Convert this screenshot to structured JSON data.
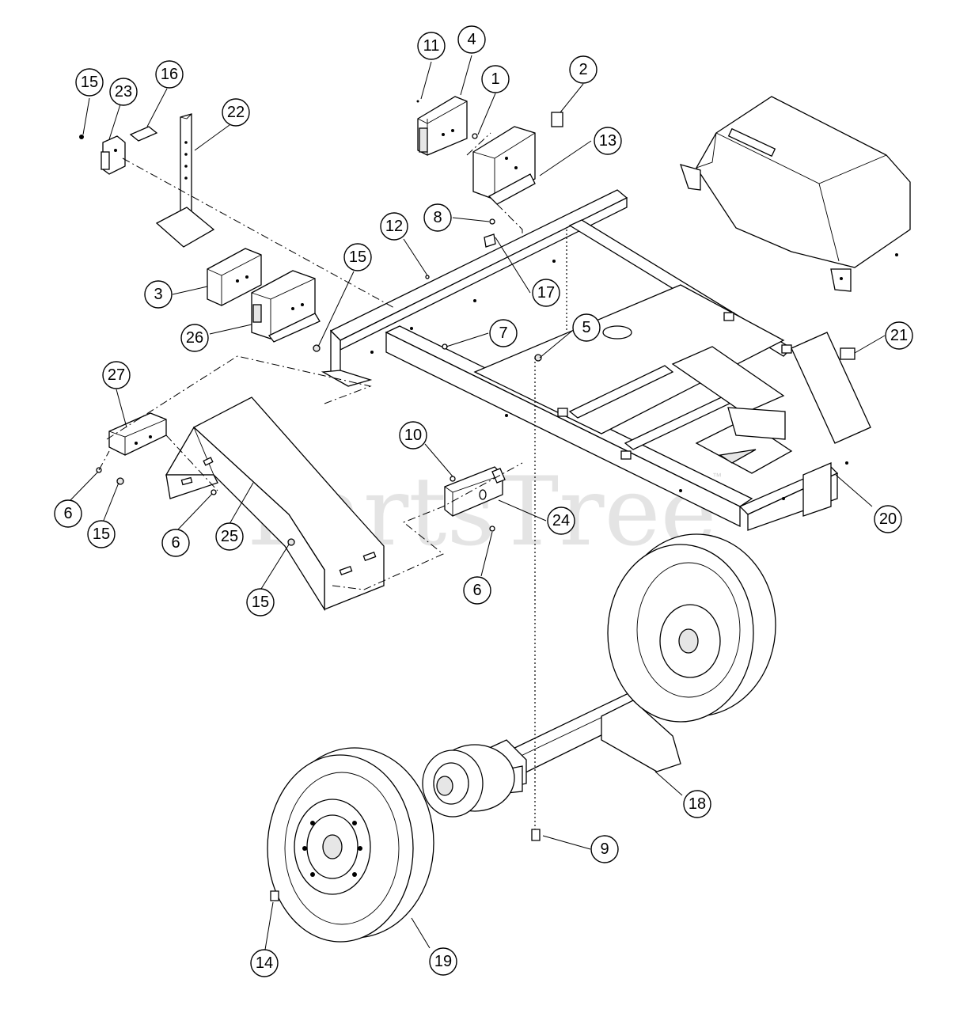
{
  "watermark": {
    "text": "PartsTree",
    "trademark": "™"
  },
  "callouts": [
    {
      "id": "11",
      "label": "11"
    },
    {
      "id": "4",
      "label": "4"
    },
    {
      "id": "1",
      "label": "1"
    },
    {
      "id": "2",
      "label": "2"
    },
    {
      "id": "13",
      "label": "13"
    },
    {
      "id": "8",
      "label": "8"
    },
    {
      "id": "15a",
      "label": "15"
    },
    {
      "id": "23",
      "label": "23"
    },
    {
      "id": "16",
      "label": "16"
    },
    {
      "id": "22",
      "label": "22"
    },
    {
      "id": "12",
      "label": "12"
    },
    {
      "id": "15b",
      "label": "15"
    },
    {
      "id": "3",
      "label": "3"
    },
    {
      "id": "17",
      "label": "17"
    },
    {
      "id": "26",
      "label": "26"
    },
    {
      "id": "7",
      "label": "7"
    },
    {
      "id": "5",
      "label": "5"
    },
    {
      "id": "21",
      "label": "21"
    },
    {
      "id": "27",
      "label": "27"
    },
    {
      "id": "10",
      "label": "10"
    },
    {
      "id": "24",
      "label": "24"
    },
    {
      "id": "6a",
      "label": "6"
    },
    {
      "id": "15c",
      "label": "15"
    },
    {
      "id": "6b",
      "label": "6"
    },
    {
      "id": "25",
      "label": "25"
    },
    {
      "id": "20",
      "label": "20"
    },
    {
      "id": "6c",
      "label": "6"
    },
    {
      "id": "15d",
      "label": "15"
    },
    {
      "id": "18",
      "label": "18"
    },
    {
      "id": "9",
      "label": "9"
    },
    {
      "id": "14",
      "label": "14"
    },
    {
      "id": "19",
      "label": "19"
    }
  ]
}
